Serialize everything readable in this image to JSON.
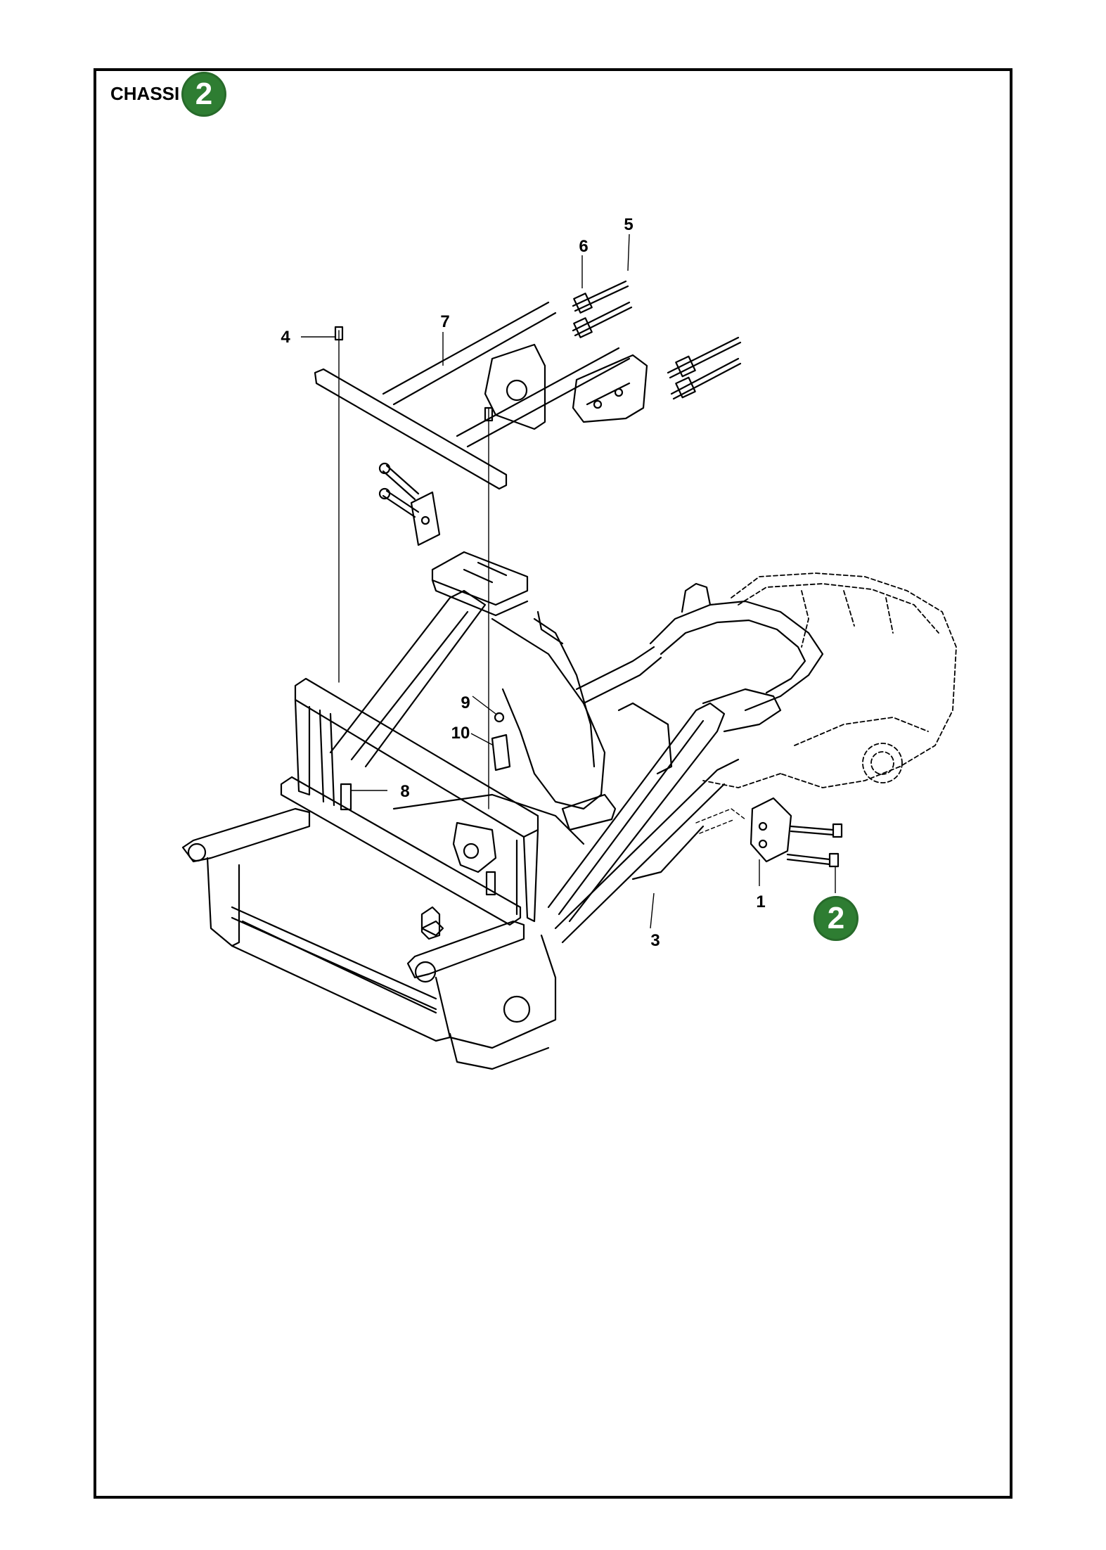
{
  "header": {
    "title": "CHASSI",
    "section_number": "2"
  },
  "diagram_badge": {
    "number": "2"
  },
  "colors": {
    "badge": "#2e7d32",
    "line": "#000000",
    "frame": "#000000"
  },
  "callouts": [
    {
      "id": "1",
      "label": "1"
    },
    {
      "id": "2",
      "label": "2"
    },
    {
      "id": "3",
      "label": "3"
    },
    {
      "id": "4",
      "label": "4"
    },
    {
      "id": "5",
      "label": "5"
    },
    {
      "id": "6",
      "label": "6"
    },
    {
      "id": "7",
      "label": "7"
    },
    {
      "id": "8",
      "label": "8"
    },
    {
      "id": "9",
      "label": "9"
    },
    {
      "id": "10",
      "label": "10"
    }
  ]
}
